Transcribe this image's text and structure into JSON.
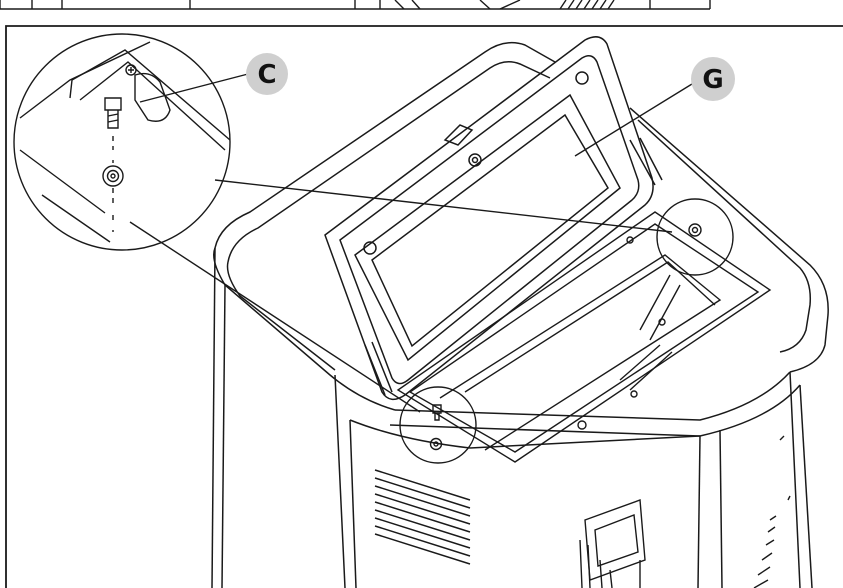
{
  "callouts": [
    {
      "id": "c",
      "label": "C"
    },
    {
      "id": "g",
      "label": "G"
    }
  ],
  "colors": {
    "line": "#1a1a1a",
    "badge": "#cfcfcf",
    "background": "#ffffff"
  }
}
